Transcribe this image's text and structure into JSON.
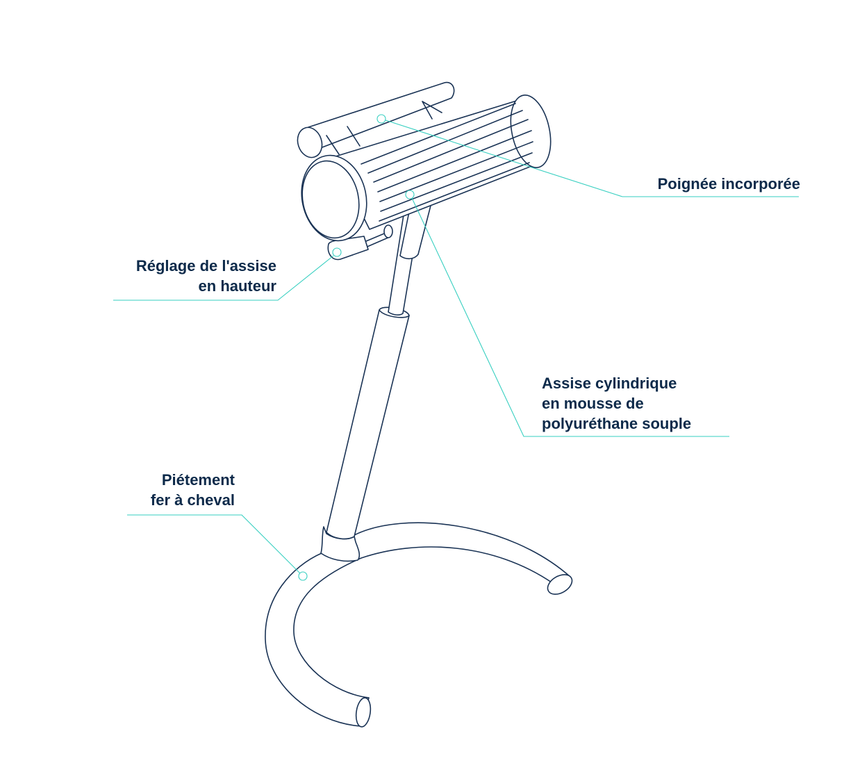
{
  "colors": {
    "line": "#1a3355",
    "leader": "#36cfc0",
    "label": "#0d2a4a",
    "background": "#ffffff"
  },
  "callouts": {
    "handle": {
      "lines": [
        "Poignée incorporée"
      ]
    },
    "height_adjust": {
      "lines": [
        "Réglage de l'assise",
        "en hauteur"
      ]
    },
    "seat": {
      "lines": [
        "Assise cylindrique",
        "en mousse de",
        "polyuréthane souple"
      ]
    },
    "base": {
      "lines": [
        "Piétement",
        "fer à cheval"
      ]
    }
  }
}
